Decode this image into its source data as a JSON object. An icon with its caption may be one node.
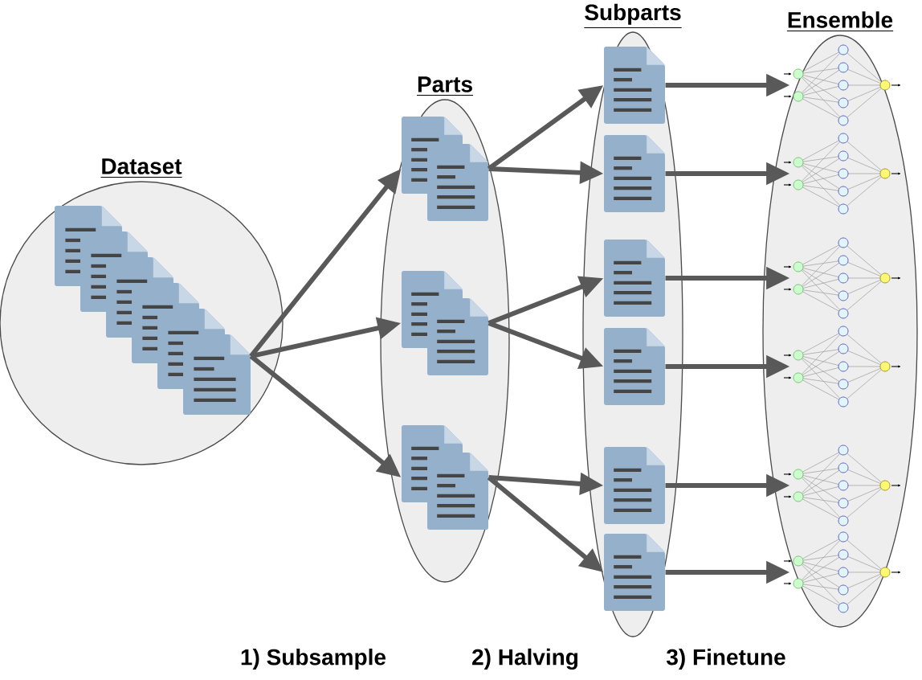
{
  "diagram": {
    "nodes": [
      {
        "text": [
          "Dataset"
        ]
      },
      {
        "text": [
          "Parts"
        ]
      },
      {
        "text": [
          "Subparts"
        ]
      },
      {
        "text": [
          "Ensemble"
        ]
      },
      {
        "text": [],
        "shape": "document",
        "in": 0
      },
      {
        "text": [],
        "shape": "document",
        "in": 1
      },
      {
        "text": [],
        "shape": "document",
        "in": 1
      },
      {
        "text": [],
        "shape": "document",
        "in": 1
      },
      {
        "text": [],
        "shape": "document",
        "in": 2
      },
      {
        "text": [],
        "shape": "document",
        "in": 2
      },
      {
        "text": [],
        "shape": "document",
        "in": 2
      },
      {
        "text": [],
        "shape": "document",
        "in": 2
      },
      {
        "text": [],
        "shape": "document",
        "in": 2
      },
      {
        "text": [],
        "shape": "document",
        "in": 2
      },
      {
        "text": [],
        "shape": "network",
        "in": 3
      },
      {
        "text": [],
        "shape": "network",
        "in": 3
      },
      {
        "text": [],
        "shape": "network",
        "in": 3
      },
      {
        "text": [],
        "shape": "network",
        "in": 3
      },
      {
        "text": [],
        "shape": "network",
        "in": 3
      },
      {
        "text": [],
        "shape": "network",
        "in": 3
      }
    ],
    "edges": [
      {
        "from": 4,
        "to": 5,
        "arrow": "to"
      },
      {
        "from": 4,
        "to": 6,
        "arrow": "to"
      },
      {
        "from": 4,
        "to": 7,
        "arrow": "to"
      },
      {
        "from": 5,
        "to": 8,
        "arrow": "to"
      },
      {
        "from": 5,
        "to": 9,
        "arrow": "to"
      },
      {
        "from": 6,
        "to": 10,
        "arrow": "to"
      },
      {
        "from": 6,
        "to": 11,
        "arrow": "to"
      },
      {
        "from": 7,
        "to": 12,
        "arrow": "to"
      },
      {
        "from": 7,
        "to": 13,
        "arrow": "to"
      },
      {
        "from": 8,
        "to": 14,
        "arrow": "to"
      },
      {
        "from": 9,
        "to": 15,
        "arrow": "to"
      },
      {
        "from": 10,
        "to": 16,
        "arrow": "to"
      },
      {
        "from": 11,
        "to": 17,
        "arrow": "to"
      },
      {
        "from": 12,
        "to": 18,
        "arrow": "to"
      },
      {
        "from": 13,
        "to": 19,
        "arrow": "to"
      }
    ],
    "labels": [
      "1) Subsample",
      "2) Halving",
      "3) Finetune"
    ]
  }
}
